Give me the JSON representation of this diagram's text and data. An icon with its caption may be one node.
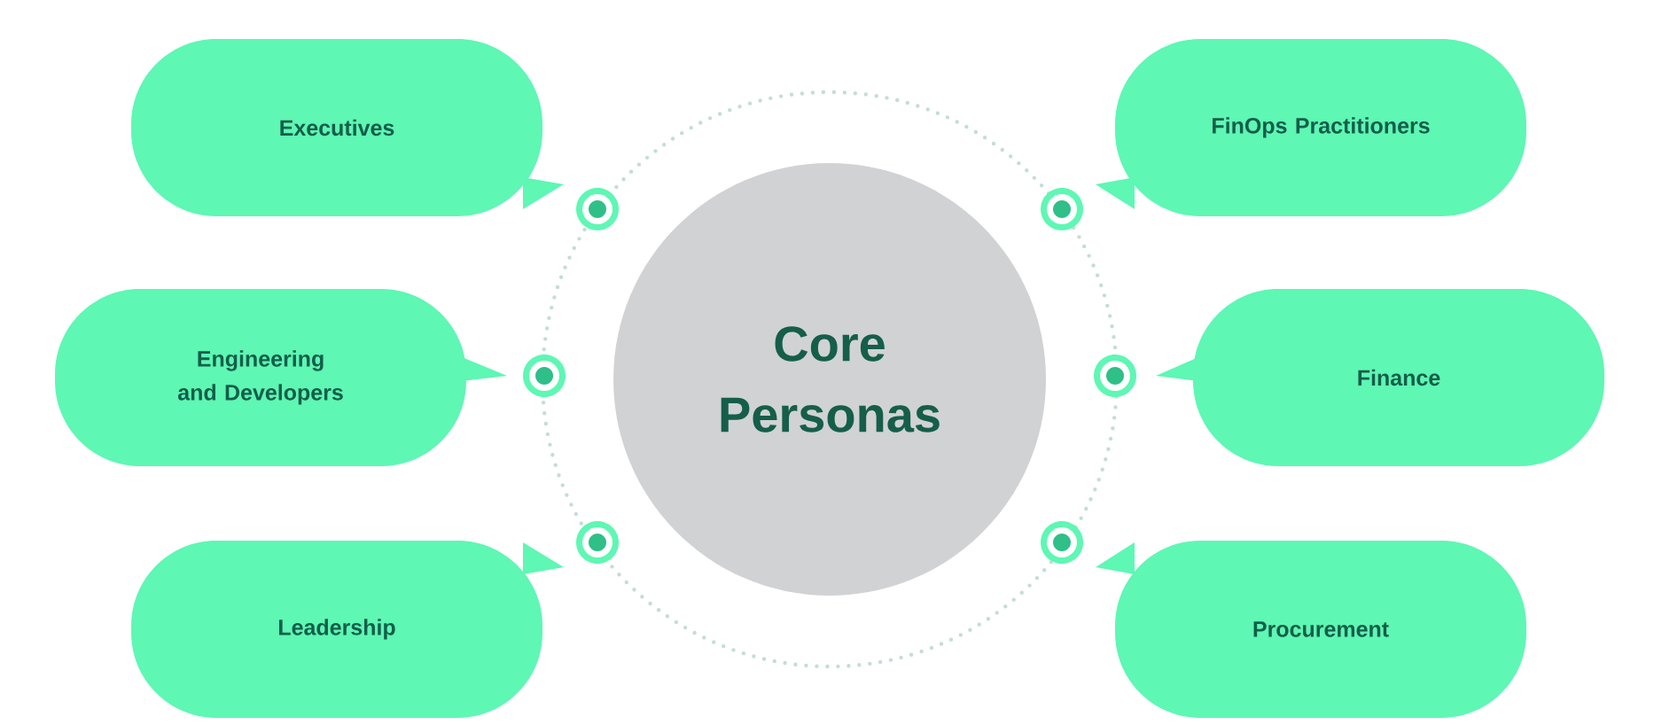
{
  "diagram": {
    "nodes": [
      {
        "text": [
          "Core Personas"
        ]
      },
      {
        "text": [
          "Executives"
        ]
      },
      {
        "text": [
          "FinOps Practitioners"
        ]
      },
      {
        "text": [
          "Engineering and Developers"
        ]
      },
      {
        "text": [
          "Finance"
        ]
      },
      {
        "text": [
          "Leadership"
        ]
      },
      {
        "text": [
          "Procurement"
        ]
      }
    ]
  }
}
